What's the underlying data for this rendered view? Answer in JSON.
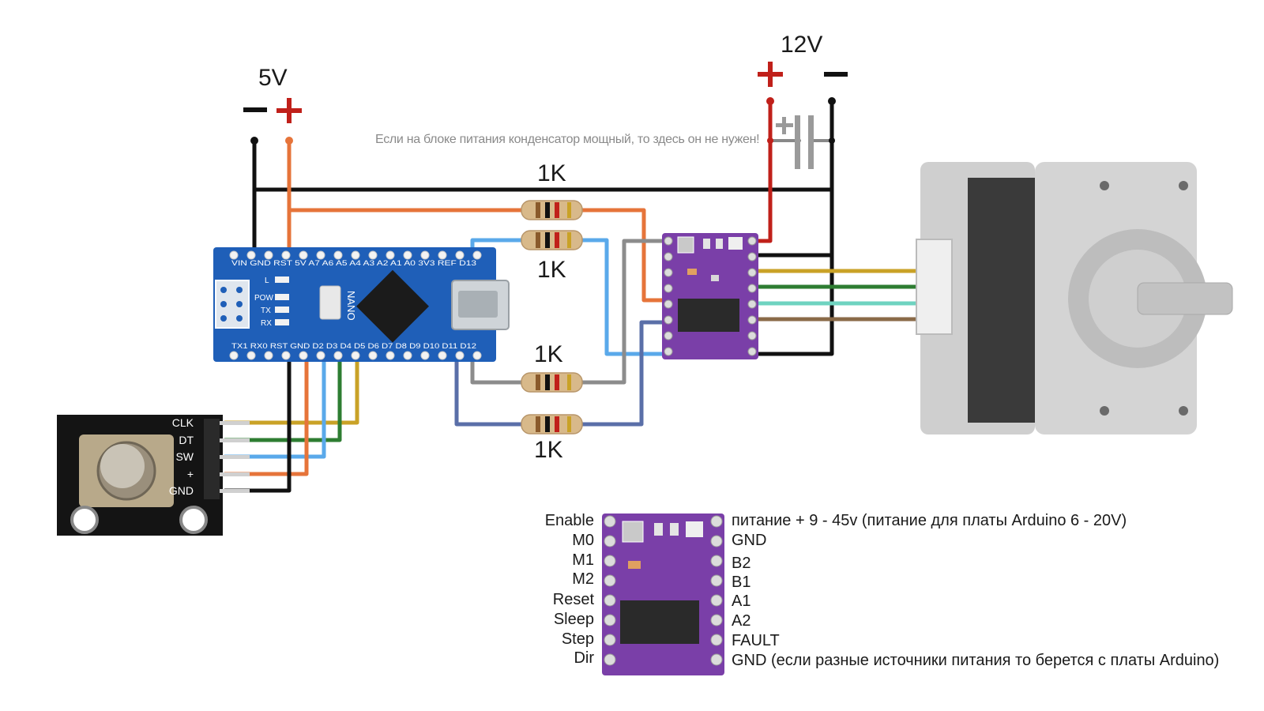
{
  "power": {
    "low_label": "5V",
    "high_label": "12V"
  },
  "note": "Если на блоке питания конденсатор мощный, то здесь он не нужен!",
  "resistors": [
    "1K",
    "1K",
    "1K",
    "1K"
  ],
  "encoder_pins": [
    "CLK",
    "DT",
    "SW",
    "+",
    "GND"
  ],
  "nano": {
    "name": "NANO",
    "top_pins": "VIN GND RST 5V A7 A6 A5 A4 A3 A2 A1 A0 3V3 REF D13",
    "bottom_pins": "TX1 RX0 RST GND D2 D3 D4 D5 D6 D7 D8 D9 D10 D11 D12",
    "leds": [
      "L",
      "POW",
      "TX",
      "RX"
    ]
  },
  "driver_pins": {
    "left": [
      "Enable",
      "M0",
      "M1",
      "M2",
      "Reset",
      "Sleep",
      "Step",
      "Dir"
    ],
    "right": [
      "питание + 9 - 45v (питание для платы Arduino 6 - 20V)",
      "GND",
      "B2",
      "B1",
      "A1",
      "A2",
      "FAULT",
      "GND (если разные источники питания то берется с платы Arduino)"
    ]
  },
  "colors": {
    "wire_black": "#111111",
    "wire_red": "#c0201a",
    "wire_orange": "#e6743a",
    "wire_blue_light": "#5aa9ea",
    "wire_gray": "#8c8c8c",
    "wire_blue_dark": "#5a6fa8",
    "wire_gold": "#c9a227",
    "wire_green": "#2e7d32",
    "wire_teal": "#6fd3c0",
    "wire_brown": "#8a6a48",
    "nano_pcb": "#1f5fb8",
    "driver_pcb": "#7a3fa8"
  }
}
